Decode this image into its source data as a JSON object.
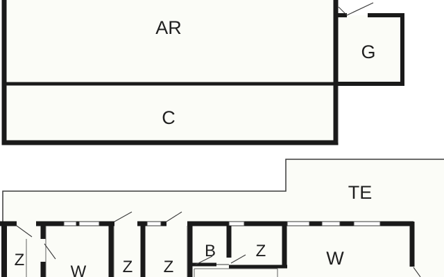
{
  "colors": {
    "wall": "#1a1a1a",
    "thin_line": "#3a3a3a",
    "floor": "#fbfcf7",
    "window": "#ffffff",
    "label": "#1f1f1f"
  },
  "rooms": {
    "ar": "AR",
    "g": "G",
    "c": "C",
    "te": "TE",
    "z1": "Z",
    "w1": "W",
    "z2": "Z",
    "z3": "Z",
    "b": "B",
    "z4": "Z",
    "w2": "W"
  }
}
